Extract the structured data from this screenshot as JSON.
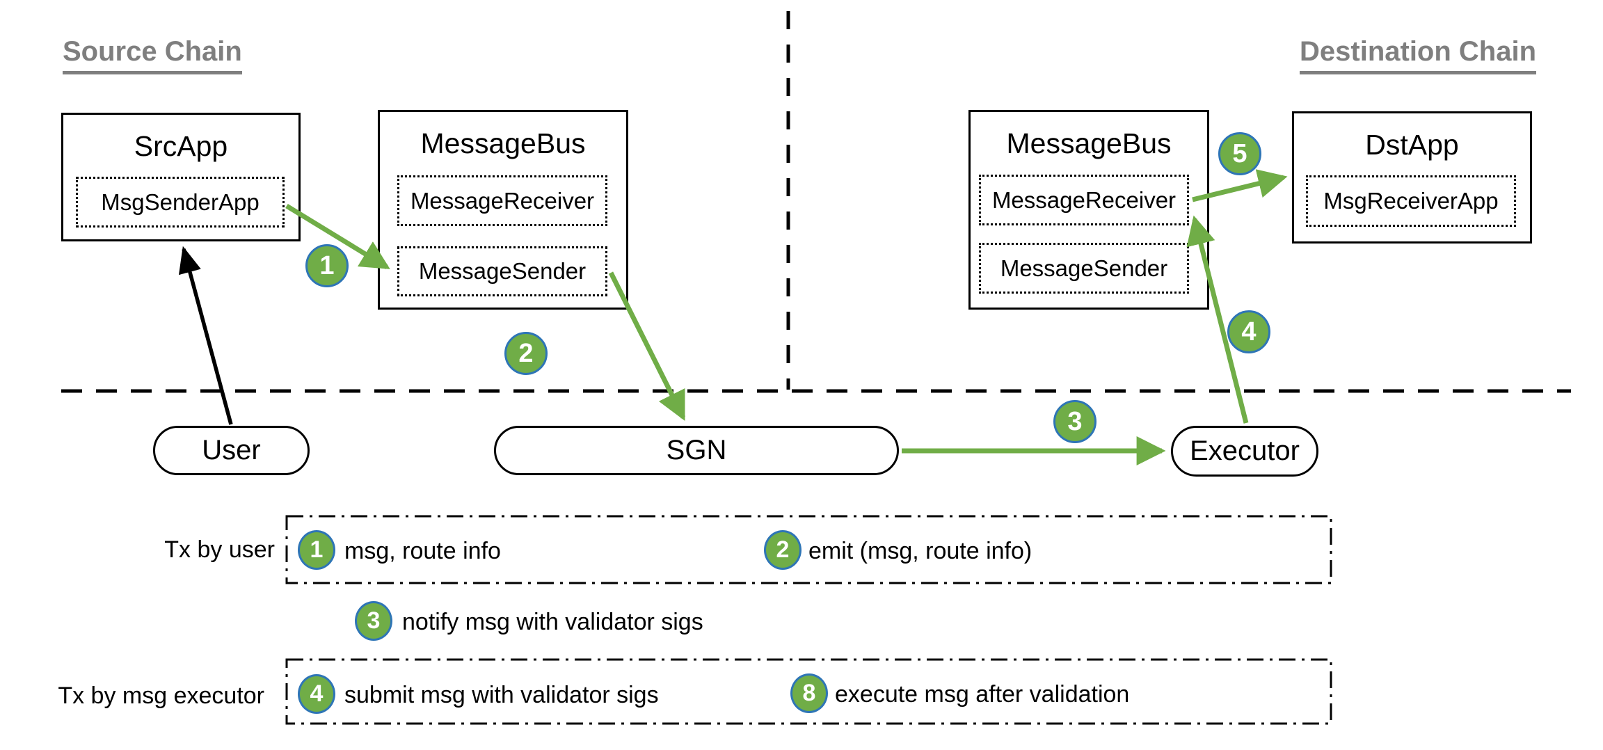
{
  "headings": {
    "source": "Source Chain",
    "destination": "Destination Chain"
  },
  "nodes": {
    "src_app": {
      "title": "SrcApp",
      "inner": "MsgSenderApp"
    },
    "msgbus_left": {
      "title": "MessageBus",
      "receiver": "MessageReceiver",
      "sender": "MessageSender"
    },
    "msgbus_right": {
      "title": "MessageBus",
      "receiver": "MessageReceiver",
      "sender": "MessageSender"
    },
    "dst_app": {
      "title": "DstApp",
      "inner": "MsgReceiverApp"
    },
    "user_pill": "User",
    "sgn_pill": "SGN",
    "executor_pill": "Executor"
  },
  "steps": {
    "s1": "1",
    "s2": "2",
    "s3": "3",
    "s4": "4",
    "s5": "5"
  },
  "legend": {
    "row1_label": "Tx by user",
    "row3_label": "Tx by msg executor",
    "items": [
      {
        "num": "1",
        "text": "msg, route info"
      },
      {
        "num": "2",
        "text": "emit (msg, route info)"
      },
      {
        "num": "3",
        "text": "notify msg with validator sigs"
      },
      {
        "num": "4",
        "text": "submit msg with validator sigs"
      },
      {
        "num": "8",
        "text": "execute msg after validation"
      }
    ]
  },
  "colors": {
    "step_green": "#70AD47",
    "step_border": "#2E75B6",
    "arrow_green": "#70AD47",
    "heading_gray": "#7F7F7F"
  }
}
